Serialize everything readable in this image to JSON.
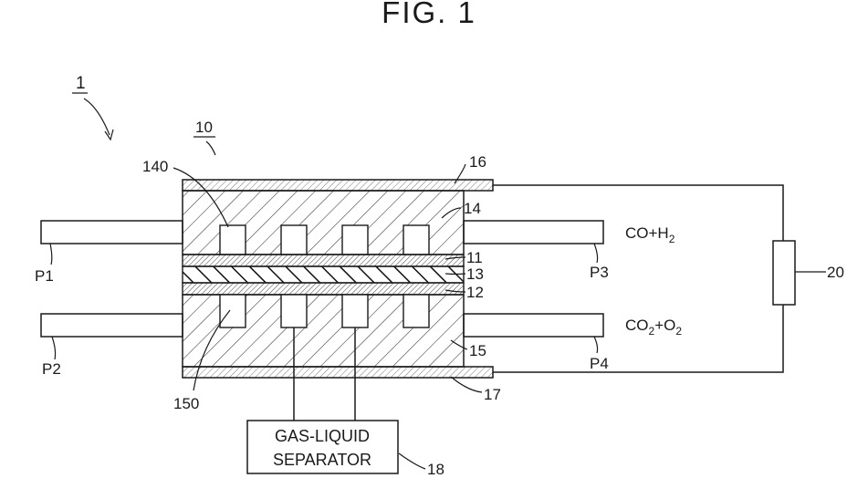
{
  "figure": {
    "title": "FIG.  1",
    "labels": {
      "system": "1",
      "cell": "10",
      "cathode_electrode": "11",
      "anode_electrode": "12",
      "membrane": "13",
      "cathode_flow_plate": "14",
      "anode_flow_plate": "15",
      "cathode_collector": "16",
      "anode_collector": "17",
      "gas_liquid_separator": "18",
      "power_source": "20",
      "cathode_channel": "140",
      "anode_channel": "150",
      "pipe_p1": "P1",
      "pipe_p2": "P2",
      "pipe_p3": "P3",
      "pipe_p4": "P4"
    },
    "products": {
      "cathode_base": "CO+H",
      "cathode_sub": "2",
      "anode_a": "CO",
      "anode_sub1": "2",
      "anode_b": "+O",
      "anode_sub2": "2"
    },
    "separator": {
      "line1": "GAS-LIQUID",
      "line2": "SEPARATOR"
    }
  }
}
